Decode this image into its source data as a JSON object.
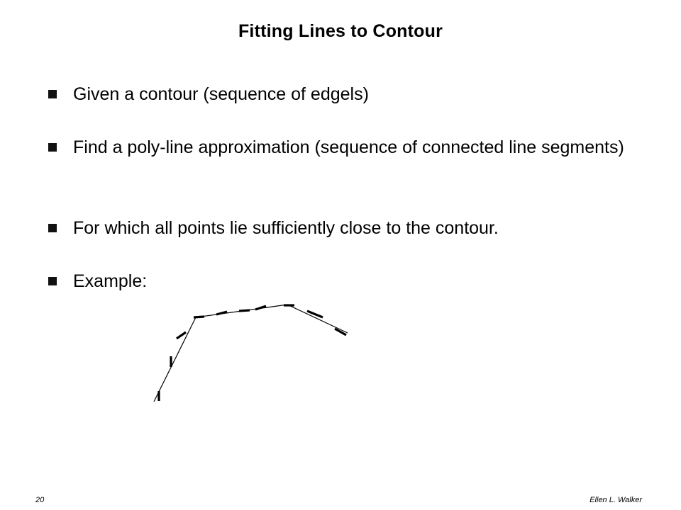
{
  "slide": {
    "title": "Fitting Lines to Contour",
    "bullets": [
      {
        "text": "Given a contour (sequence of edgels)"
      },
      {
        "text": "Find a poly-line approximation  (sequence of connected line segments)"
      },
      {
        "text": "For which all points lie sufficiently close to the contour."
      },
      {
        "text": "Example:"
      }
    ],
    "footer": {
      "page_number": "20",
      "author": "Ellen L. Walker"
    }
  },
  "colors": {
    "text": "#000000",
    "bullet": "#111111",
    "edgel": "#000000",
    "polyline": "#000000"
  }
}
